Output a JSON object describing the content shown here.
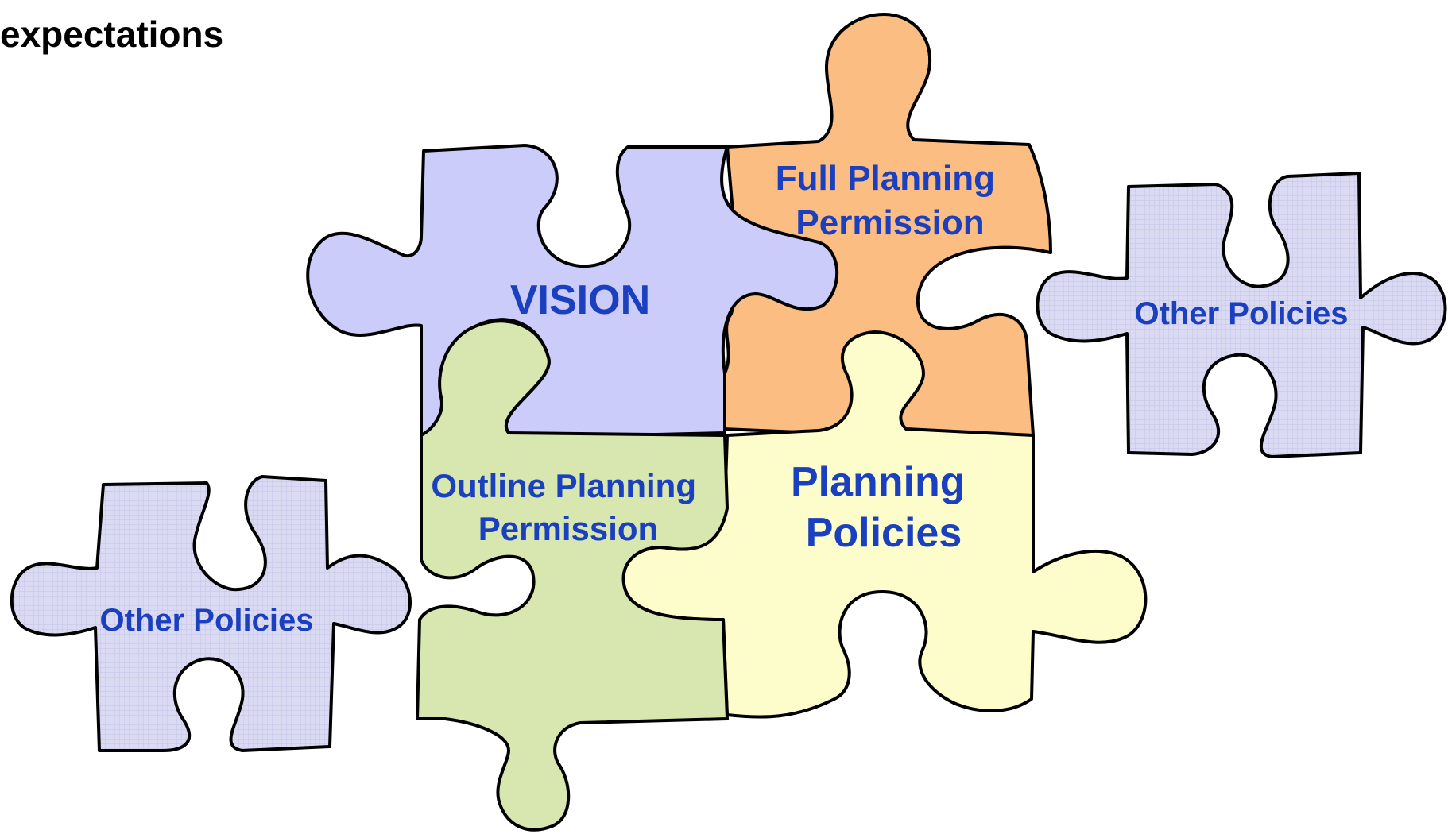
{
  "heading": {
    "line1": "",
    "line2": "expectations"
  },
  "colors": {
    "outline": "#000000",
    "label_text": "#1a3fbf",
    "vision_fill": "#ccccfa",
    "full_planning_fill": "#fbbd82",
    "outline_planning_fill": "#d8e6b0",
    "planning_policies_fill": "#fdfdcc",
    "other_policies_fill": "#dadaf2"
  },
  "pieces": {
    "vision": {
      "label_lines": [
        "VISION"
      ]
    },
    "full_planning": {
      "label_lines": [
        "Full Planning",
        "Permission"
      ]
    },
    "outline_planning": {
      "label_lines": [
        "Outline Planning",
        "Permission"
      ]
    },
    "planning_policies": {
      "label_lines": [
        "Planning",
        "Policies"
      ]
    },
    "other_policies_left": {
      "label_lines": [
        "Other Policies"
      ]
    },
    "other_policies_right": {
      "label_lines": [
        "Other Policies"
      ]
    }
  }
}
